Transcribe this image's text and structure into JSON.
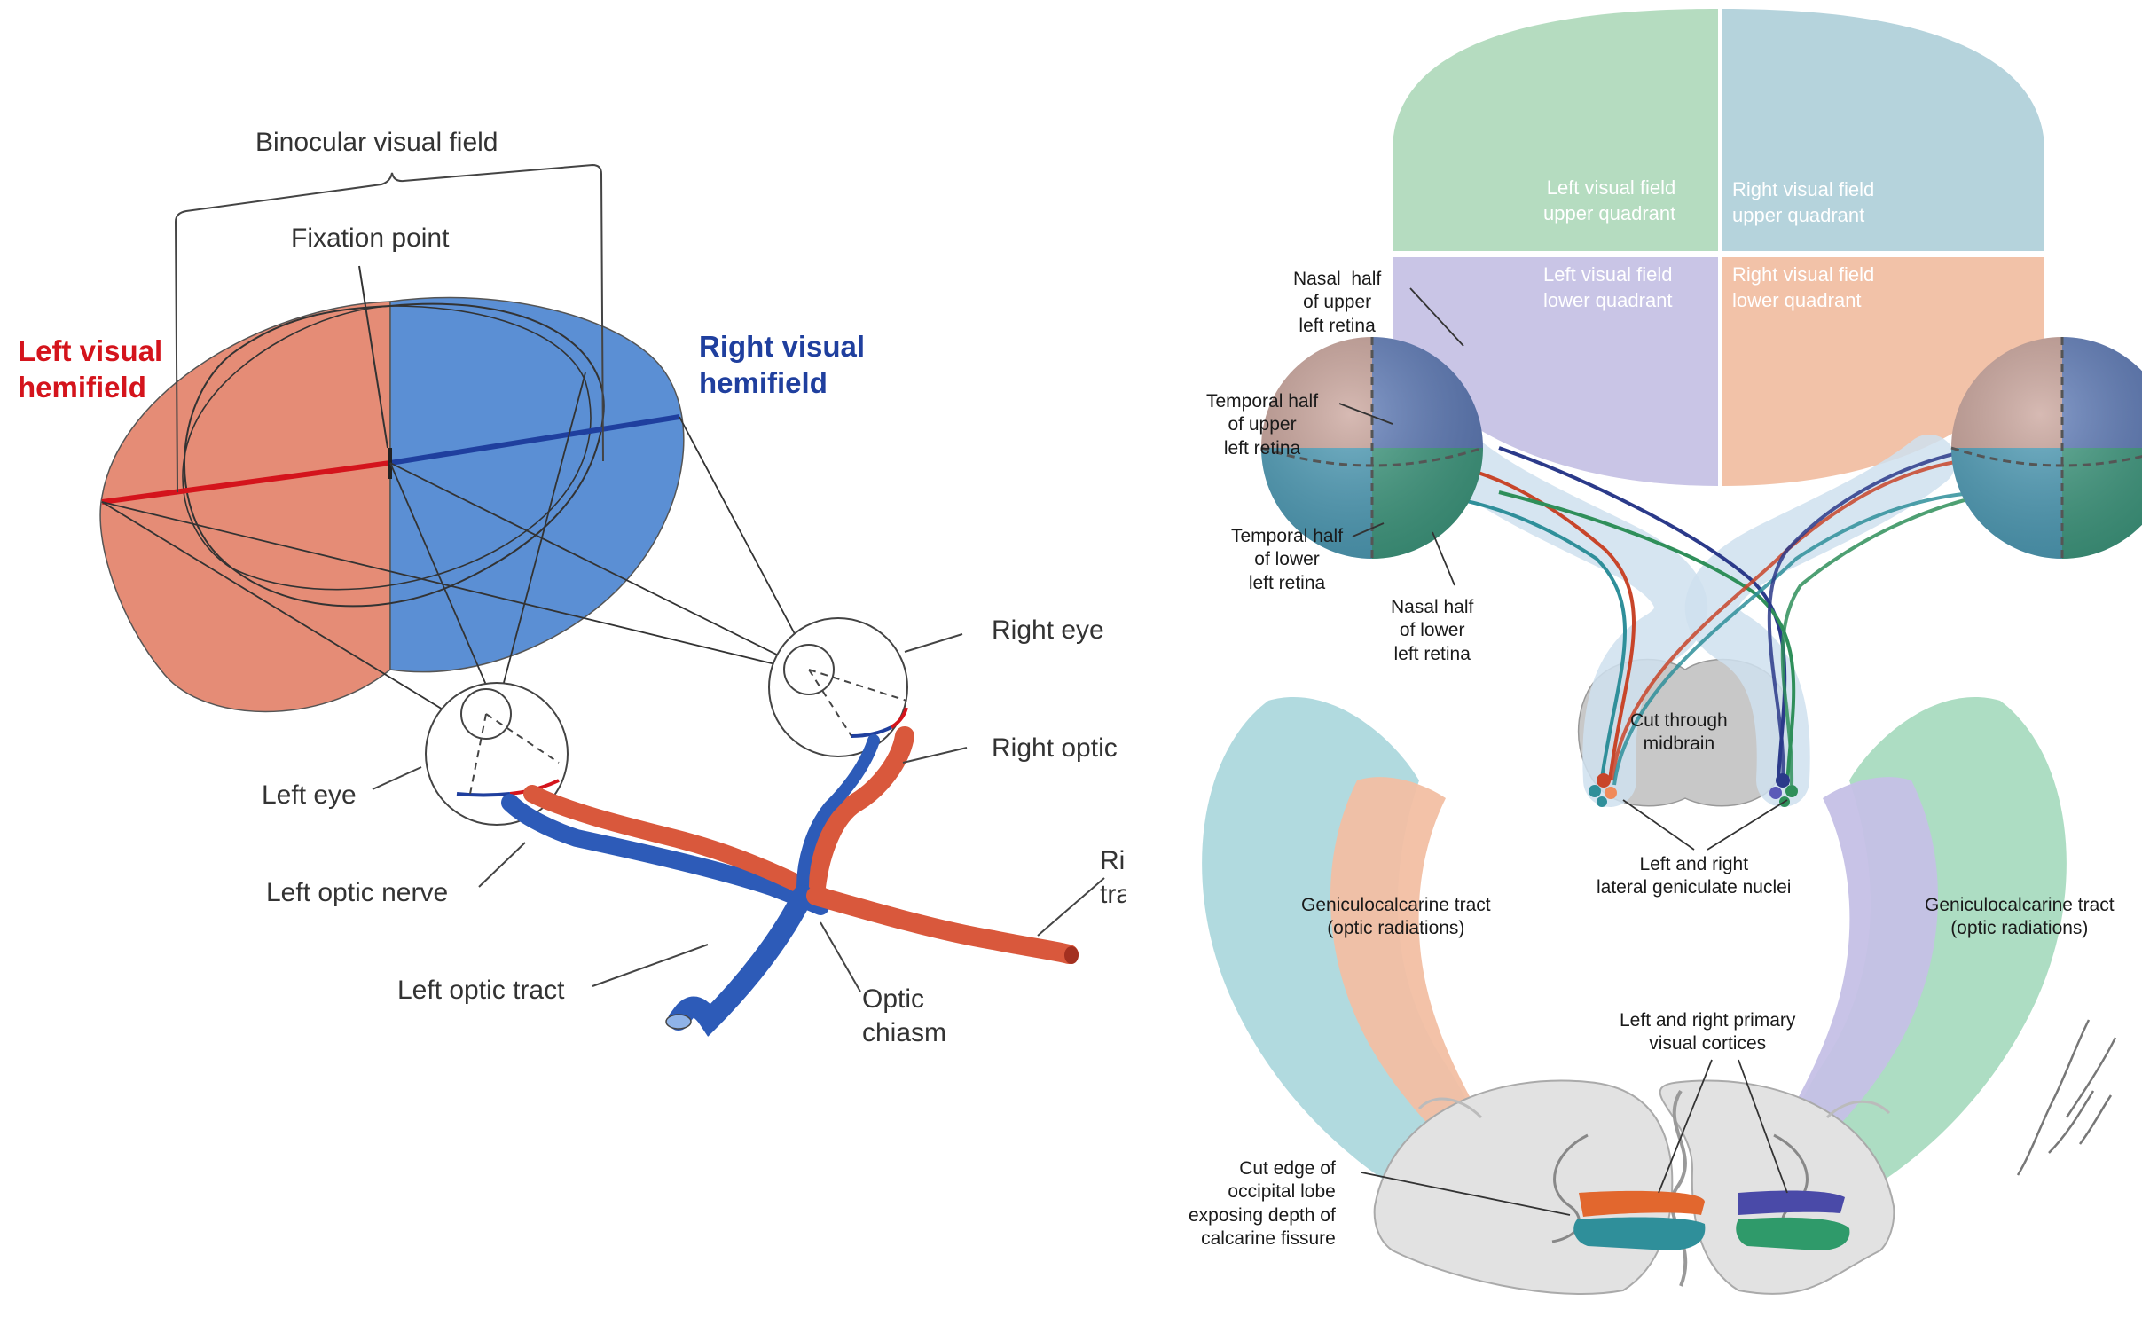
{
  "left_diagram": {
    "labels": {
      "binocular": "Binocular visual field",
      "fixation": "Fixation point",
      "left_hemifield": "Left visual\nhemifield",
      "right_hemifield": "Right visual\nhemifield",
      "right_eye": "Right eye",
      "right_optic": "Right optic",
      "left_eye": "Left eye",
      "left_optic_nerve": "Left optic nerve",
      "right_tract_partial": "Ri\ntra",
      "left_optic_tract": "Left optic tract",
      "optic_chiasm": "Optic\nchiasm"
    },
    "colors": {
      "left": "#d4141c",
      "right": "#1f3f9e",
      "left_fill": "#e58c76",
      "right_fill": "#5b8fd4"
    }
  },
  "right_diagram": {
    "quadrants": {
      "left_upper": "Left visual field\nupper quadrant",
      "right_upper": "Right visual field\nupper quadrant",
      "left_lower": "Left visual field\nlower quadrant",
      "right_lower": "Right visual field\nlower quadrant"
    },
    "labels": {
      "nasal_upper": "Nasal  half\nof upper\nleft retina",
      "temporal_upper": "Temporal half\nof upper\nleft retina",
      "temporal_lower": "Temporal half\nof lower\nleft retina",
      "nasal_lower": "Nasal half\nof lower\nleft retina",
      "midbrain": "Cut through\nmidbrain",
      "lgn": "Left and right\nlateral geniculate nuclei",
      "gct_left": "Geniculocalcarine tract\n(optic radiations)",
      "gct_right": "Geniculocalcarine tract\n(optic radiations)",
      "cortices": "Left and right primary\nvisual cortices",
      "cut_edge": "Cut edge of\noccipital lobe\nexposing depth of\ncalcarine fissure"
    },
    "colors": {
      "upper_left": "#b5dcc0",
      "upper_right": "#b5d3dc",
      "lower_left": "#c9c5e6",
      "lower_right": "#f2c2a8"
    }
  }
}
